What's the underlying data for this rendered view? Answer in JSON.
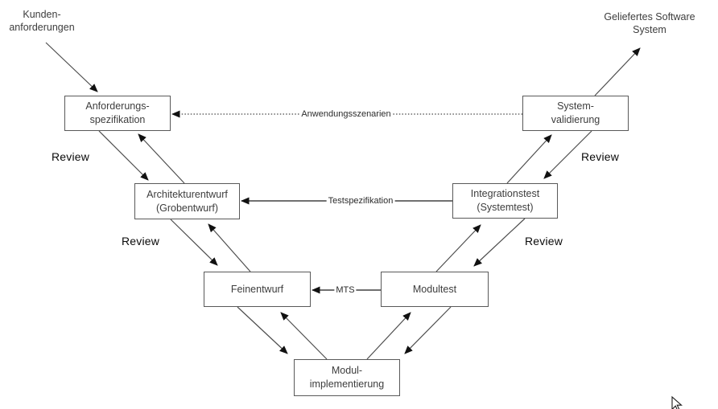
{
  "corner_labels": {
    "kundenanforderungen": {
      "line1": "Kunden-",
      "line2": "anforderungen"
    },
    "geliefertes_software_system": {
      "line1": "Geliefertes Software",
      "line2": "System"
    }
  },
  "boxes": {
    "anforderungsspezifikation": {
      "line1": "Anforderungs-",
      "line2": "spezifikation"
    },
    "systemvalidierung": {
      "line1": "System-",
      "line2": "validierung"
    },
    "architekturentwurf": {
      "line1": "Architekturentwurf",
      "line2": "(Grobentwurf)"
    },
    "integrationstest": {
      "line1": "Integrationstest",
      "line2": "(Systemtest)"
    },
    "feinentwurf": {
      "line1": "Feinentwurf"
    },
    "modultest": {
      "line1": "Modultest"
    },
    "modulimplementierung": {
      "line1": "Modul-",
      "line2": "implementierung"
    }
  },
  "connector_labels": {
    "anwendungsszenarien": "Anwendungsszenarien",
    "testspezifikation": "Testspezifikation",
    "mts": "MTS"
  },
  "review_labels": [
    "Review",
    "Review",
    "Review",
    "Review"
  ],
  "colors": {
    "background": "#ffffff",
    "box_border": "#595959",
    "box_text": "#3d3d3d",
    "diagonal_line": "#4d4d4d",
    "horizontal_line": "#1a1a1a",
    "arrowhead": "#111111",
    "review_text": "#0a0a0a"
  }
}
